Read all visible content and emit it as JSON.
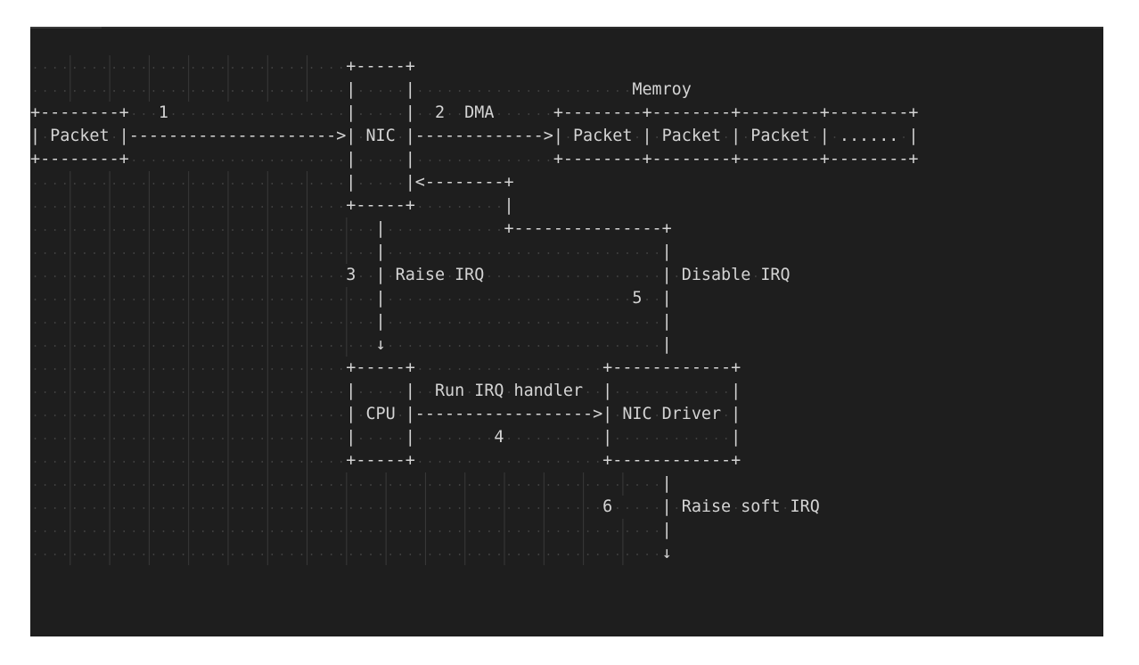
{
  "diagram": {
    "lines": [
      "                                +-----+",
      "                                |     |                      Memroy",
      "+--------+   1                  |     |  2  DMA      +--------+--------+--------+--------+",
      "| Packet |--------------------->| NIC |------------->| Packet | Packet | Packet | ...... |",
      "+--------+                      |     |              +--------+--------+--------+--------+",
      "                                |     |<--------+",
      "                                +-----+         |",
      "                                   |            +---------------+",
      "                                   |                            |",
      "                                3  | Raise IRQ                  | Disable IRQ",
      "                                   |                         5  |",
      "                                   |                            |",
      "                                   ↓                            |",
      "                                +-----+                   +------------+",
      "                                |     |  Run IRQ handler  |            |",
      "                                | CPU |------------------>| NIC Driver |",
      "                                |     |        4          |            |",
      "                                +-----+                   +------------+",
      "                                                                |",
      "                                                          6     | Raise soft IRQ",
      "                                                                |",
      "                                                                ↓"
    ]
  },
  "colors": {
    "background": "#1e1e1e",
    "text": "#d4d4d4",
    "whitespace_dots": "#4a4a4a",
    "indent_guides": "#3a3a3a"
  }
}
